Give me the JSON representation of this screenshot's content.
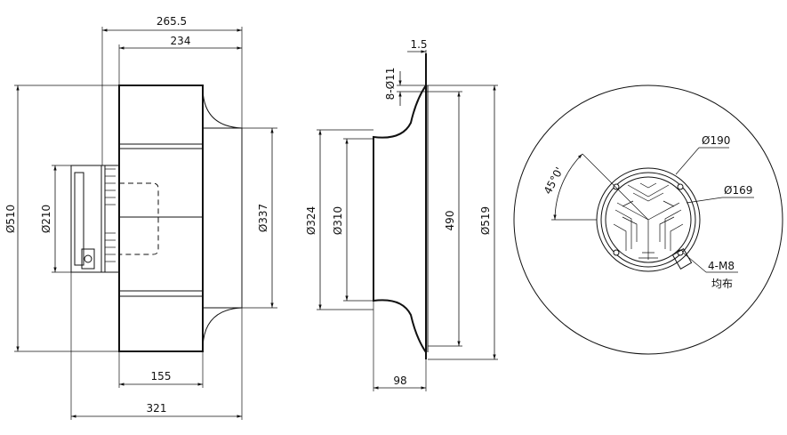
{
  "side_view": {
    "dim_top_outer": "265.5",
    "dim_top_inner": "234",
    "dim_left_outer": "Ø510",
    "dim_left_motor": "Ø210",
    "dim_right_inlet": "Ø337",
    "dim_bottom_body": "155",
    "dim_bottom_total": "321"
  },
  "inlet_ring_view": {
    "dim_flange_thickness": "1.5",
    "dim_holes": "8-Ø11",
    "dim_outer_inlet": "Ø324",
    "dim_inner_inlet": "Ø310",
    "dim_hole_circle": "490",
    "dim_flange_outer": "Ø519",
    "dim_depth": "98"
  },
  "front_view": {
    "dim_angle": "45°0'",
    "dim_bolt_circle": "Ø190",
    "dim_hub": "Ø169",
    "thread_callout": "4-M8",
    "thread_note": "均布"
  }
}
